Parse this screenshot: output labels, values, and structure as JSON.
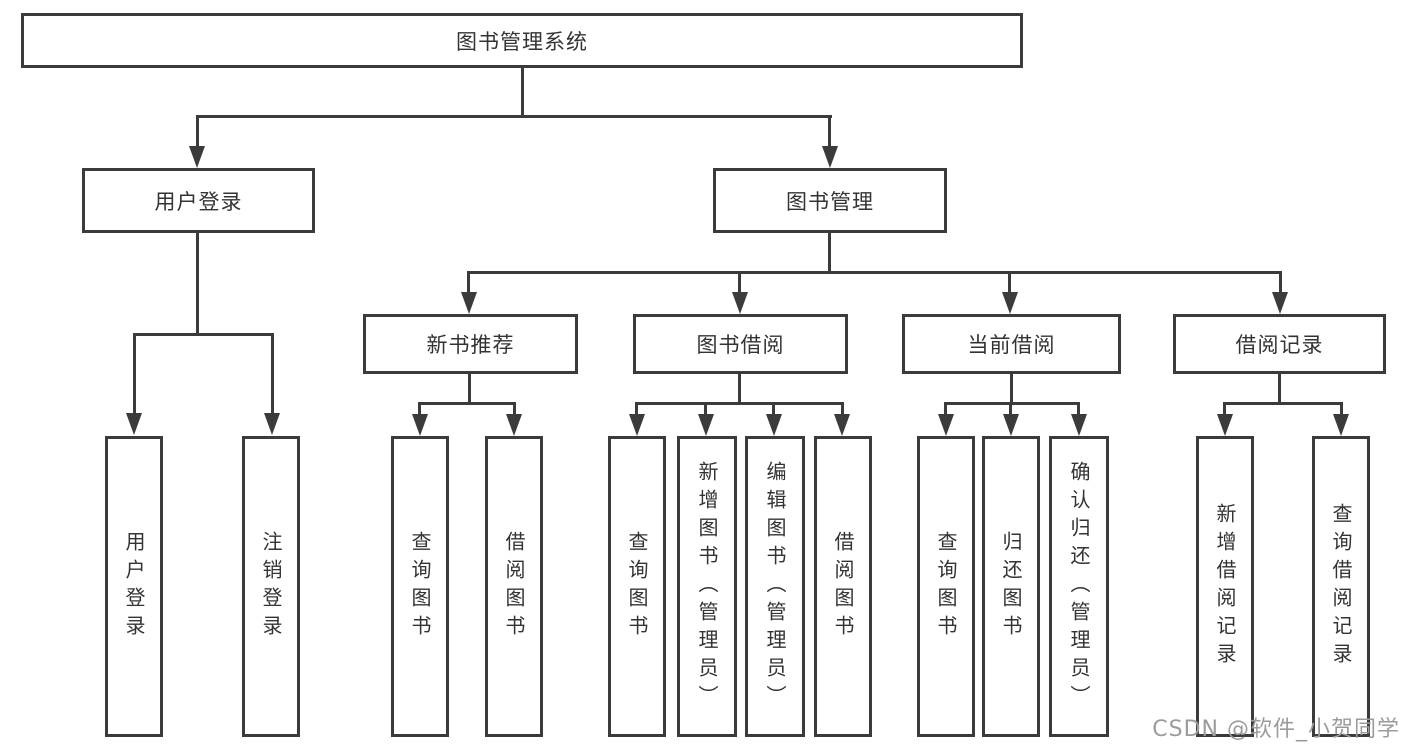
{
  "root": {
    "label": "图书管理系统"
  },
  "branches": {
    "user": {
      "label": "用户登录",
      "children": [
        {
          "label": "用户登录"
        },
        {
          "label": "注销登录"
        }
      ]
    },
    "mgmt": {
      "label": "图书管理",
      "groups": [
        {
          "label": "新书推荐",
          "children": [
            {
              "label": "查询图书"
            },
            {
              "label": "借阅图书"
            }
          ]
        },
        {
          "label": "图书借阅",
          "children": [
            {
              "label": "查询图书"
            },
            {
              "label": "新增图书（管理员）"
            },
            {
              "label": "编辑图书（管理员）"
            },
            {
              "label": "借阅图书"
            }
          ]
        },
        {
          "label": "当前借阅",
          "children": [
            {
              "label": "查询图书"
            },
            {
              "label": "归还图书"
            },
            {
              "label": "确认归还（管理员）"
            }
          ]
        },
        {
          "label": "借阅记录",
          "children": [
            {
              "label": "新增借阅记录"
            },
            {
              "label": "查询借阅记录"
            }
          ]
        }
      ]
    }
  },
  "watermark": {
    "text": "CSDN @软件_小贺同学"
  },
  "colors": {
    "line": "#3b3b3b",
    "text": "#333333",
    "background": "#ffffff",
    "watermark": "#9b9b9b"
  }
}
